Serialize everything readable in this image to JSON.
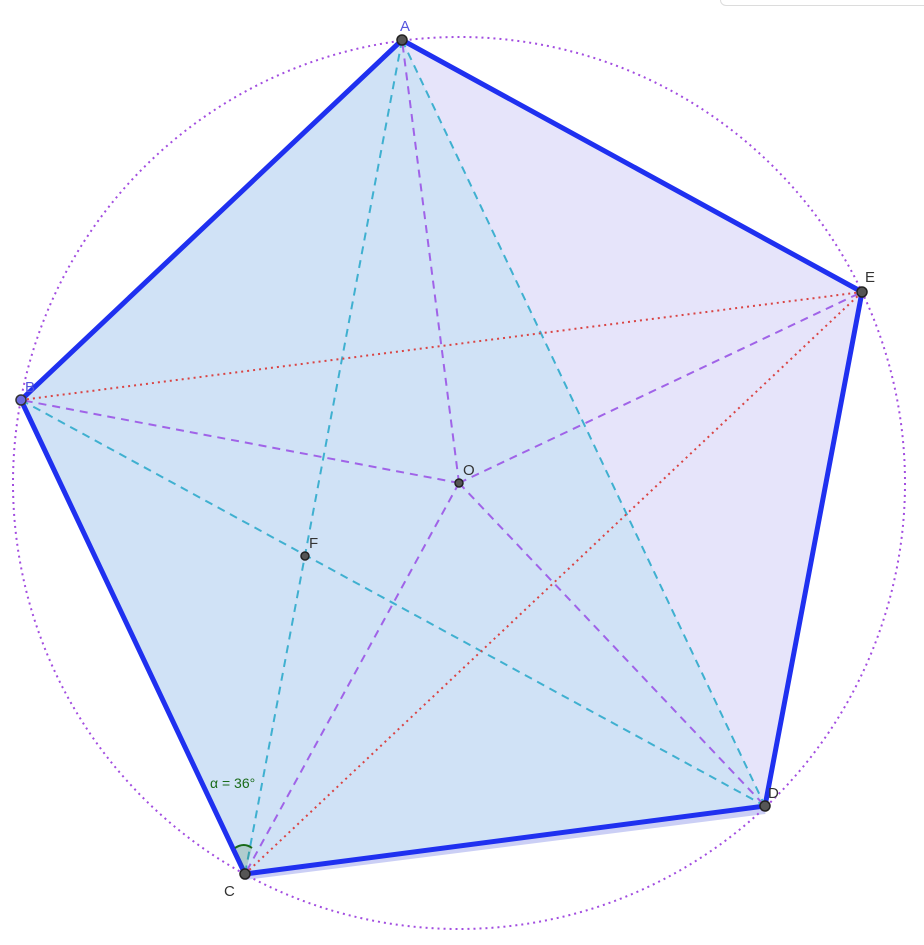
{
  "points": {
    "A": {
      "label": "A",
      "color": "#5555dd"
    },
    "B": {
      "label": "B",
      "color": "#5555dd"
    },
    "C": {
      "label": "C",
      "color": "#333333"
    },
    "D": {
      "label": "D",
      "color": "#333333"
    },
    "E": {
      "label": "E",
      "color": "#333333"
    },
    "O": {
      "label": "O",
      "color": "#333333"
    },
    "F": {
      "label": "F",
      "color": "#333333"
    }
  },
  "angle": {
    "label": "α = 36°",
    "vertex": "C",
    "color": "#1a6b1a"
  },
  "colors": {
    "pentagon_edge": "#1f30f0",
    "pentagon_fill_blue": "#cfe1f5",
    "pentagon_fill_lavender": "#e3e1fa",
    "circle": "#a24de0",
    "diagonal_cyan": "#3fb0d0",
    "radius_purple": "#a063e8",
    "dotted_red": "#d94444"
  }
}
